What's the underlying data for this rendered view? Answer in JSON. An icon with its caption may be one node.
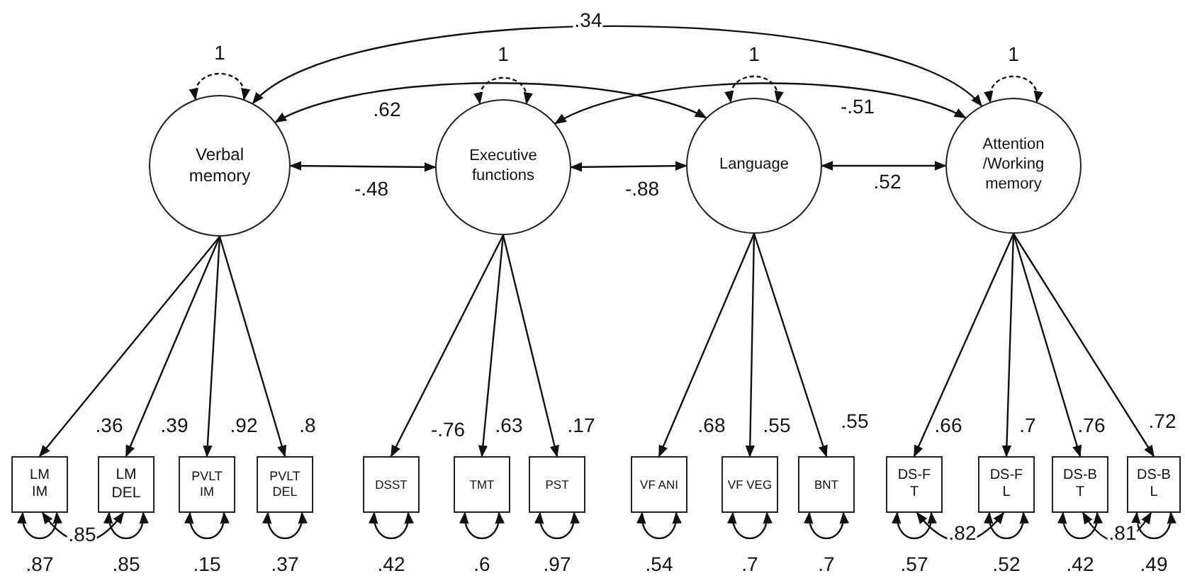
{
  "diagram": {
    "nodes": [
      {
        "text": [
          "Verbal memory"
        ]
      },
      {
        "text": [
          "Executive functions"
        ]
      },
      {
        "text": [
          "Language"
        ]
      },
      {
        "text": [
          "Attention /Working memory"
        ]
      },
      {
        "text": [
          "LM IM"
        ]
      },
      {
        "text": [
          "LM DEL"
        ]
      },
      {
        "text": [
          "PVLT IM"
        ]
      },
      {
        "text": [
          "PVLT DEL"
        ]
      },
      {
        "text": [
          "DSST"
        ]
      },
      {
        "text": [
          "TMT"
        ]
      },
      {
        "text": [
          "PST"
        ]
      },
      {
        "text": [
          "VF ANI"
        ]
      },
      {
        "text": [
          "VF VEG"
        ]
      },
      {
        "text": [
          "BNT"
        ]
      },
      {
        "text": [
          "DS-F T"
        ]
      },
      {
        "text": [
          "DS-F L"
        ]
      },
      {
        "text": [
          "DS-B T"
        ]
      },
      {
        "text": [
          "DS-B L"
        ]
      }
    ],
    "edges": [
      {
        "from": 0,
        "to": 1,
        "arrow": "both",
        "label": "-.48"
      },
      {
        "from": 1,
        "to": 2,
        "arrow": "both",
        "label": "-.88"
      },
      {
        "from": 2,
        "to": 3,
        "arrow": "both",
        "label": ".52"
      },
      {
        "from": 0,
        "to": 3,
        "arrow": "both",
        "label": ".34"
      },
      {
        "from": 0,
        "to": 2,
        "arrow": "both",
        "label": ".62"
      },
      {
        "from": 1,
        "to": 3,
        "arrow": "both",
        "label": "-.51"
      },
      {
        "from": 0,
        "to": 0,
        "arrow": "both",
        "label": "1",
        "style": "dashed"
      },
      {
        "from": 1,
        "to": 1,
        "arrow": "both",
        "label": "1",
        "style": "dashed"
      },
      {
        "from": 2,
        "to": 2,
        "arrow": "both",
        "label": "1",
        "style": "dashed"
      },
      {
        "from": 3,
        "to": 3,
        "arrow": "both",
        "label": "1",
        "style": "dashed"
      },
      {
        "from": 0,
        "to": 4,
        "arrow": "to",
        "label": ".36"
      },
      {
        "from": 0,
        "to": 5,
        "arrow": "to",
        "label": ".39"
      },
      {
        "from": 0,
        "to": 6,
        "arrow": "to",
        "label": ".92"
      },
      {
        "from": 0,
        "to": 7,
        "arrow": "to",
        "label": ".8"
      },
      {
        "from": 1,
        "to": 8,
        "arrow": "to",
        "label": "-.76"
      },
      {
        "from": 1,
        "to": 9,
        "arrow": "to",
        "label": ".63"
      },
      {
        "from": 1,
        "to": 10,
        "arrow": "to",
        "label": ".17"
      },
      {
        "from": 2,
        "to": 11,
        "arrow": "to",
        "label": ".68"
      },
      {
        "from": 2,
        "to": 12,
        "arrow": "to",
        "label": ".55"
      },
      {
        "from": 2,
        "to": 13,
        "arrow": "to",
        "label": ".55"
      },
      {
        "from": 3,
        "to": 14,
        "arrow": "to",
        "label": ".66"
      },
      {
        "from": 3,
        "to": 15,
        "arrow": "to",
        "label": ".7"
      },
      {
        "from": 3,
        "to": 16,
        "arrow": "to",
        "label": ".76"
      },
      {
        "from": 3,
        "to": 17,
        "arrow": "to",
        "label": ".72"
      },
      {
        "from": 4,
        "to": 4,
        "arrow": "both",
        "label": ".87"
      },
      {
        "from": 5,
        "to": 5,
        "arrow": "both",
        "label": ".85"
      },
      {
        "from": 6,
        "to": 6,
        "arrow": "both",
        "label": ".15"
      },
      {
        "from": 7,
        "to": 7,
        "arrow": "both",
        "label": ".37"
      },
      {
        "from": 8,
        "to": 8,
        "arrow": "both",
        "label": ".42"
      },
      {
        "from": 9,
        "to": 9,
        "arrow": "both",
        "label": ".6"
      },
      {
        "from": 10,
        "to": 10,
        "arrow": "both",
        "label": ".97"
      },
      {
        "from": 11,
        "to": 11,
        "arrow": "both",
        "label": ".54"
      },
      {
        "from": 12,
        "to": 12,
        "arrow": "both",
        "label": ".7"
      },
      {
        "from": 13,
        "to": 13,
        "arrow": "both",
        "label": ".7"
      },
      {
        "from": 14,
        "to": 14,
        "arrow": "both",
        "label": ".57"
      },
      {
        "from": 15,
        "to": 15,
        "arrow": "both",
        "label": ".52"
      },
      {
        "from": 16,
        "to": 16,
        "arrow": "both",
        "label": ".42"
      },
      {
        "from": 17,
        "to": 17,
        "arrow": "both",
        "label": ".49"
      },
      {
        "from": 4,
        "to": 5,
        "arrow": "both",
        "label": ".85"
      },
      {
        "from": 14,
        "to": 15,
        "arrow": "both",
        "label": ".82"
      },
      {
        "from": 16,
        "to": 17,
        "arrow": "both",
        "label": ".81"
      }
    ]
  }
}
